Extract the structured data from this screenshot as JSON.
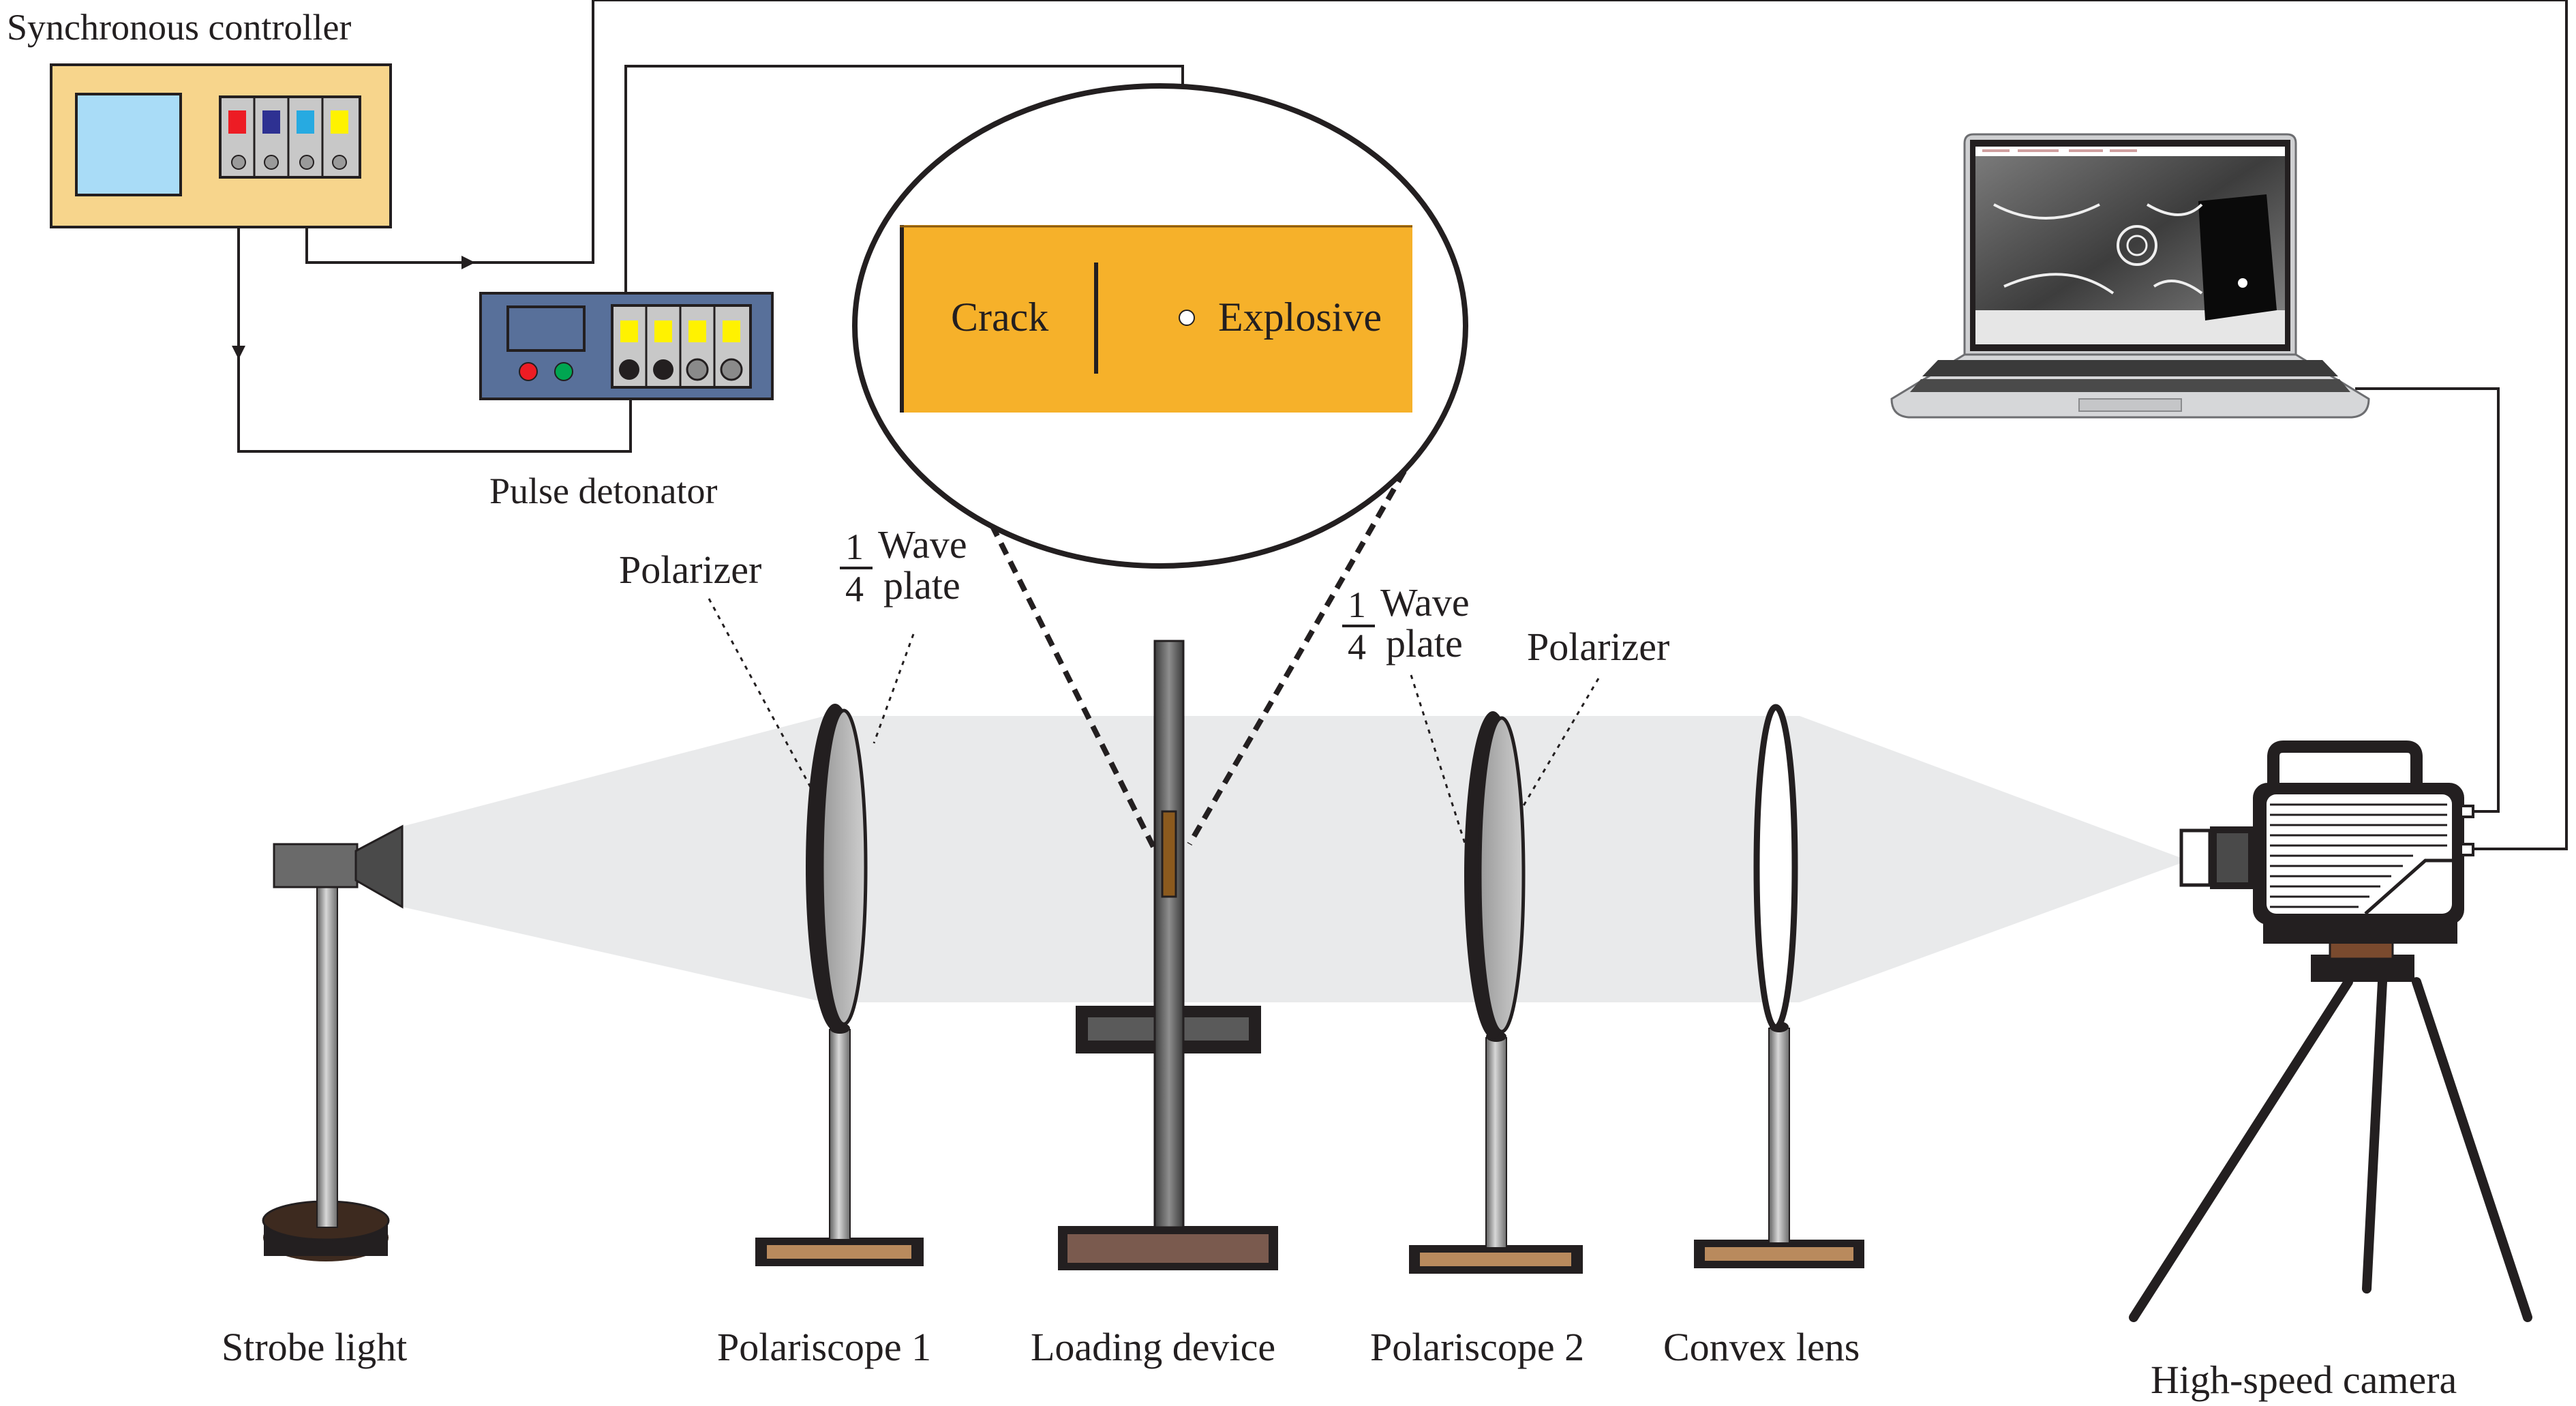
{
  "labels": {
    "sync_controller": "Synchronous controller",
    "pulse_detonator": "Pulse detonator",
    "polarizer_left": "Polarizer",
    "wave_plate_left": {
      "num": "1",
      "den": "4",
      "word1": "Wave",
      "word2": "plate"
    },
    "wave_plate_right": {
      "num": "1",
      "den": "4",
      "word1": "Wave",
      "word2": "plate"
    },
    "polarizer_right": "Polarizer",
    "crack": "Crack",
    "explosive": "Explosive",
    "strobe_light": "Strobe light",
    "polariscope_1": "Polariscope 1",
    "loading_device": "Loading device",
    "polariscope_2": "Polariscope 2",
    "convex_lens": "Convex lens",
    "high_speed_camera": "High-speed camera"
  },
  "colors": {
    "controller_panel": "#f7d58c",
    "screen": "#a9dcf7",
    "detonator_body": "#58709a",
    "specimen": "#f6b12a",
    "light_beam": "#e9eaeb",
    "base_wood": "#b98a5d",
    "loading_base": "#7a5a4e",
    "button_red": "#ed1c24",
    "button_navy": "#2e3192",
    "button_cyan": "#27aae1",
    "button_yellow": "#fff200",
    "led_red": "#ed1c24",
    "led_green": "#00a651"
  },
  "icons": {
    "laptop": "laptop-icon",
    "camera": "high-speed-camera-icon",
    "strobe": "strobe-light-icon"
  }
}
